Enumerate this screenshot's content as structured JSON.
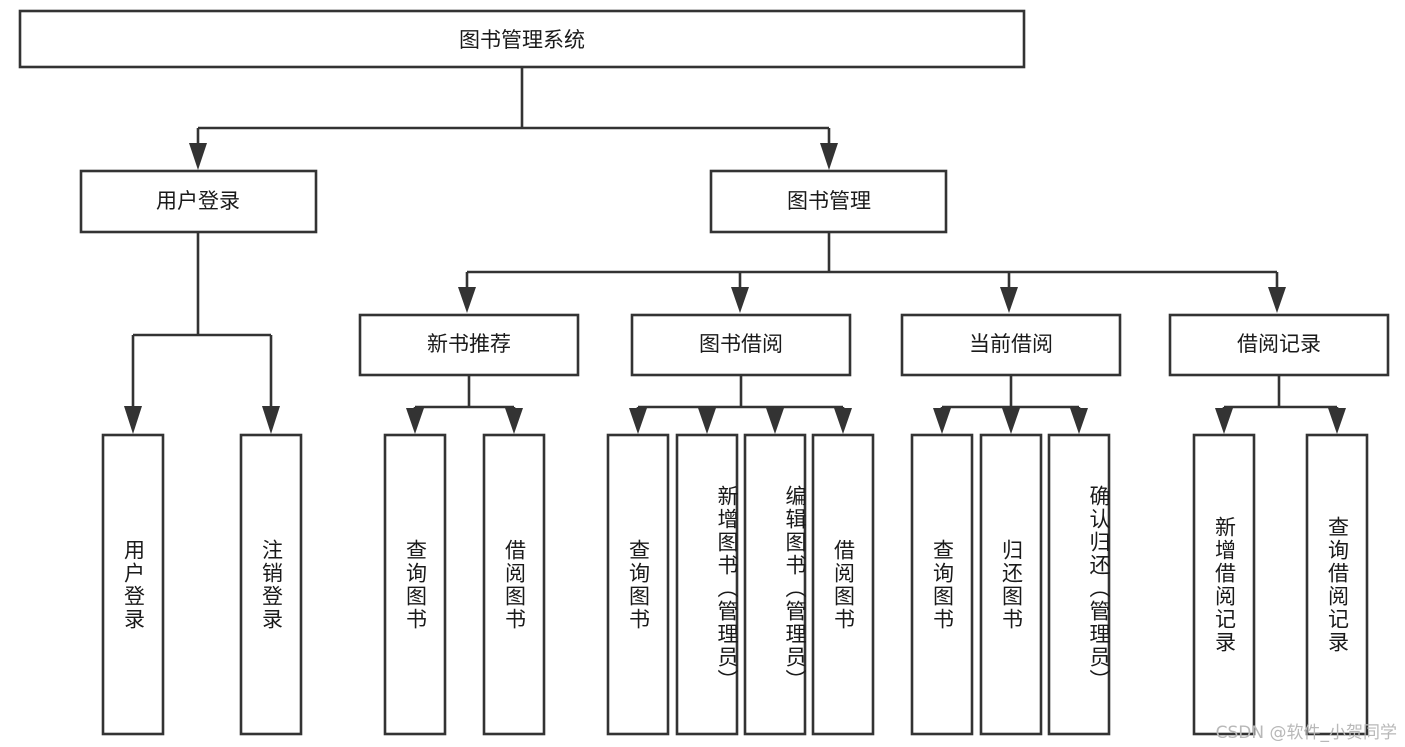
{
  "diagram": {
    "type": "tree-hierarchy-chart",
    "title": "图书管理系统",
    "orientation": "top-down",
    "colors": {
      "box_stroke": "#333333",
      "box_fill": "#ffffff",
      "text": "#1a1a1a",
      "background": "#ffffff",
      "watermark": "#b8b8b8"
    },
    "root": {
      "label": "图书管理系统"
    },
    "level2": [
      {
        "label": "用户登录"
      },
      {
        "label": "图书管理"
      }
    ],
    "level3": [
      {
        "label": "新书推荐"
      },
      {
        "label": "图书借阅"
      },
      {
        "label": "当前借阅"
      },
      {
        "label": "借阅记录"
      }
    ],
    "leaves": {
      "user_login": [
        {
          "label": "用户登录"
        },
        {
          "label": "注销登录"
        }
      ],
      "new_book_recommend": [
        {
          "label": "查询图书"
        },
        {
          "label": "借阅图书"
        }
      ],
      "book_borrow": [
        {
          "label": "查询图书"
        },
        {
          "label": "新增图书（管理员）"
        },
        {
          "label": "编辑图书（管理员）"
        },
        {
          "label": "借阅图书"
        }
      ],
      "current_borrow": [
        {
          "label": "查询图书"
        },
        {
          "label": "归还图书"
        },
        {
          "label": "确认归还（管理员）"
        }
      ],
      "borrow_record": [
        {
          "label": "新增借阅记录"
        },
        {
          "label": "查询借阅记录"
        }
      ]
    }
  },
  "watermark": {
    "text": "CSDN @软件_小贺同学"
  }
}
